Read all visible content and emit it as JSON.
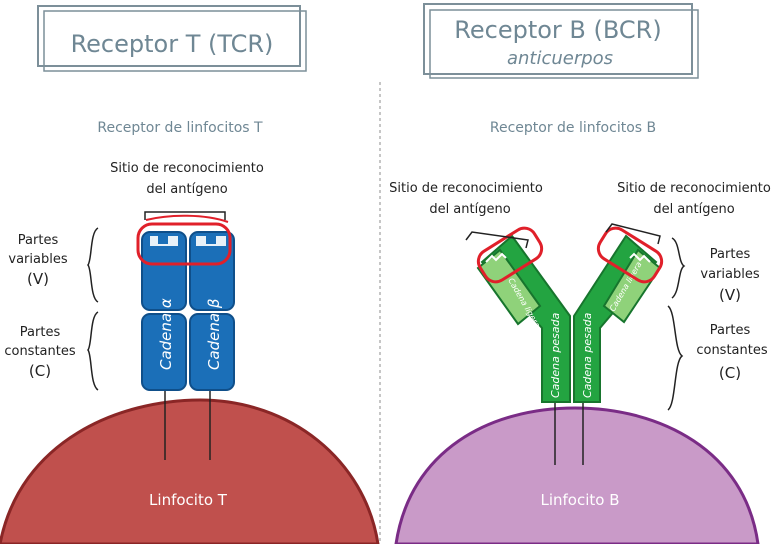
{
  "left": {
    "title": "Receptor T (TCR)",
    "subtitle": "Receptor de linfocitos T",
    "site_label": [
      "Sitio de reconocimiento",
      "del antígeno"
    ],
    "variable_label": [
      "Partes",
      "variables",
      "(V)"
    ],
    "constant_label": [
      "Partes",
      "constantes",
      "(C)"
    ],
    "chain_alpha": "Cadena α",
    "chain_beta": "Cadena β",
    "cell_label": "Linfocito T"
  },
  "right": {
    "title_line1": "Receptor B (BCR)",
    "title_line2": "anticuerpos",
    "subtitle": "Receptor de linfocitos B",
    "site_label_left": [
      "Sitio de reconocimiento",
      "del antígeno"
    ],
    "site_label_right": [
      "Sitio de reconocimiento",
      "del antígeno"
    ],
    "variable_label": [
      "Partes",
      "variables",
      "(V)"
    ],
    "constant_label": [
      "Partes",
      "constantes",
      "(C)"
    ],
    "heavy_chain": "Cadena pesada",
    "light_chain": "Cadena ligera",
    "cell_label": "Linfocito B"
  },
  "colors": {
    "title_text": "#6f8794",
    "tcr_blue": "#1b6fb8",
    "tcr_blue_dark": "#0f4f8a",
    "bcr_green": "#23a441",
    "bcr_light": "#8fd27a",
    "highlight_red": "#e0202a",
    "cell_t": "#c0504d",
    "cell_b": "#c99ac8",
    "cell_b_border": "#7a2c86"
  }
}
